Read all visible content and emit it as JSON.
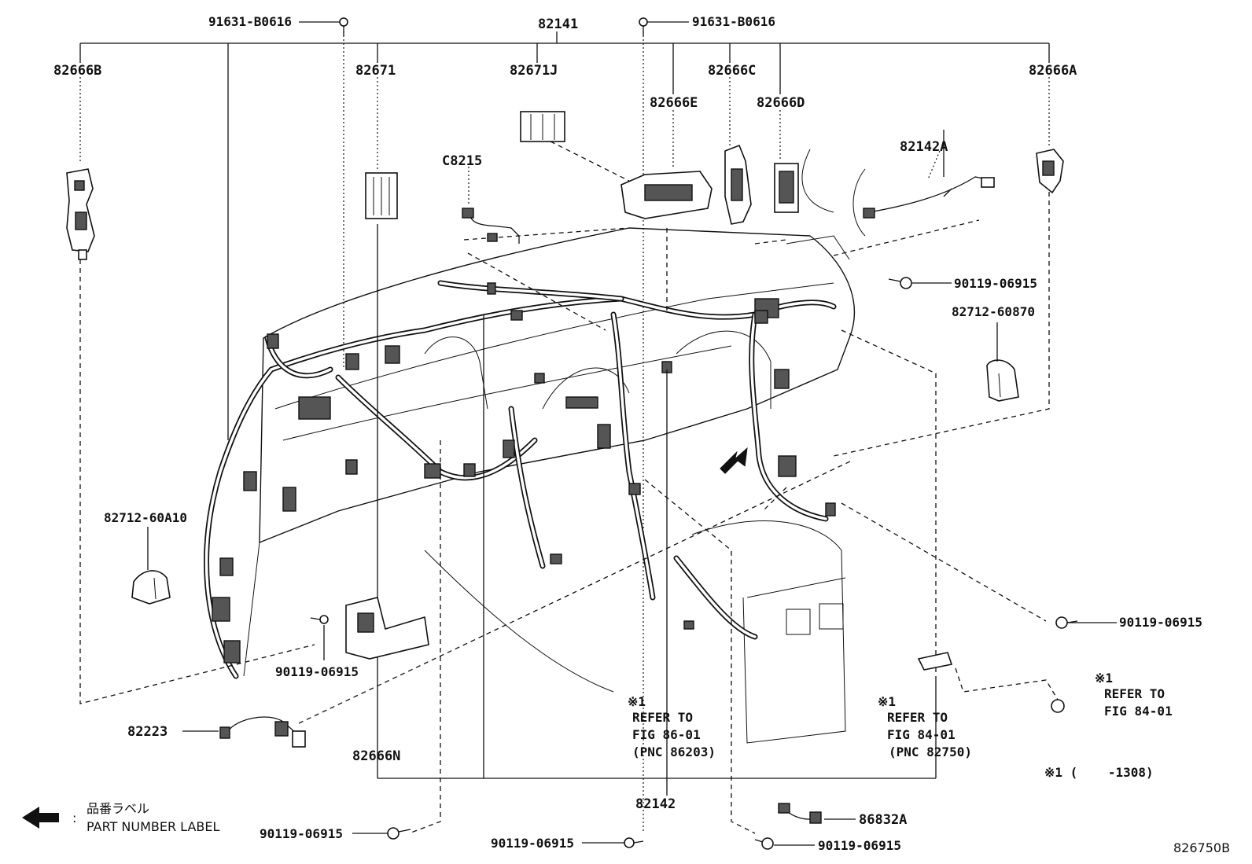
{
  "figure": {
    "id": "826750B"
  },
  "part_labels": {
    "p91631_left": "91631-B0616",
    "p82141": "82141",
    "p91631_right": "91631-B0616",
    "p82666B": "82666B",
    "p82671": "82671",
    "p82671J": "82671J",
    "p82666C": "82666C",
    "p82666A": "82666A",
    "p82666E": "82666E",
    "p82666D": "82666D",
    "pC8215": "C8215",
    "p82142A": "82142A",
    "p90119_a": "90119-06915",
    "p82712_60870": "82712-60870",
    "p82712_60A10": "82712-60A10",
    "p90119_b": "90119-06915",
    "p90119_c": "90119-06915",
    "p82223": "82223",
    "p82666N": "82666N",
    "p82142": "82142",
    "p86832A": "86832A",
    "p90119_d": "90119-06915",
    "p90119_e": "90119-06915",
    "p90119_f": "90119-06915"
  },
  "references": {
    "ref_center": {
      "mark": "※1",
      "line1": "REFER TO",
      "line2": "FIG 86-01",
      "line3": "(PNC 86203)"
    },
    "ref_mid": {
      "mark": "※1",
      "line1": "REFER TO",
      "line2": "FIG 84-01",
      "line3": "(PNC 82750)"
    },
    "ref_right": {
      "mark": "※1",
      "line1": "REFER TO",
      "line2": "FIG 84-01"
    }
  },
  "footnote": "※1 (    -1308)",
  "legend": {
    "japanese": "品番ラベル",
    "colon": ":",
    "english": "PART NUMBER LABEL"
  }
}
